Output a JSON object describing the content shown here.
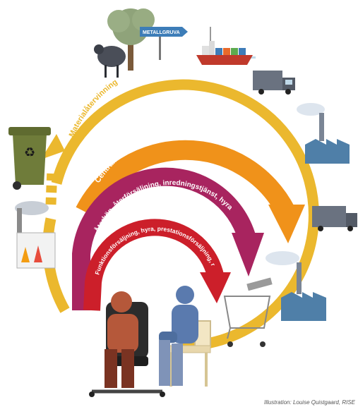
{
  "colors": {
    "outer_loop": "#EBB82E",
    "renovering": "#F0921A",
    "aterkop": "#A8245F",
    "funktion": "#CC1F2A",
    "sky": "#DDE5EE"
  },
  "labels": {
    "material": "Materialåtervinning",
    "renovering": "Centraliserad renovering, återtillverkning",
    "aterkop": "Återköp, återförsäljning, inredningstjänst, hyra",
    "funktion": "Funktionsförsäljning, hyra, prestationsförsäljning, reparation",
    "mine_sign": "METALLGRUVA"
  },
  "credit": "Illustration: Louise Quistgaard, RISE",
  "icons": [
    "sheep-icon",
    "tree-icon",
    "signpost-icon",
    "cargo-ship-icon",
    "truck-icon",
    "factory-icon",
    "recycling-bin-icon",
    "waste-plant-icon",
    "office-chair-icon",
    "wooden-chair-icon",
    "shopping-cart-icon",
    "person-icon"
  ]
}
